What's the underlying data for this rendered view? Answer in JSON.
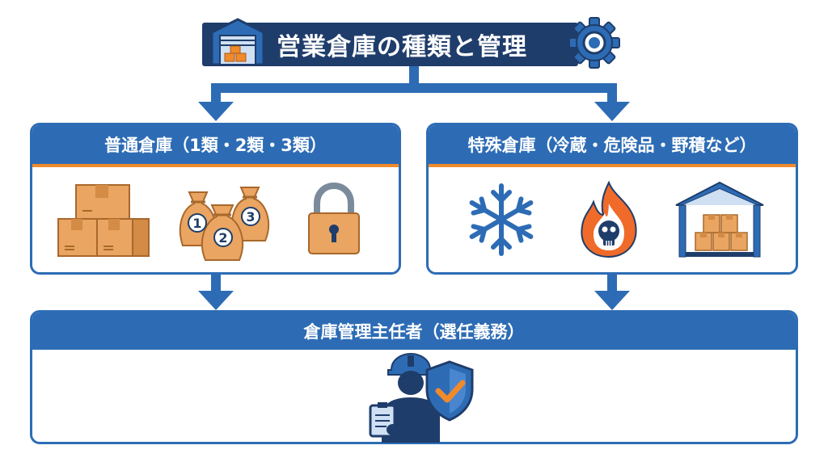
{
  "title": "営業倉庫の種類と管理",
  "left_panel": {
    "header": "普通倉庫（1類・2類・3類）",
    "icons": [
      "boxes-icon",
      "numbered-sacks-icon",
      "padlock-icon"
    ],
    "sack_numbers": [
      "1",
      "2",
      "3"
    ]
  },
  "right_panel": {
    "header": "特殊倉庫（冷蔵・危険品・野積など）",
    "icons": [
      "snowflake-icon",
      "flame-skull-icon",
      "warehouse-icon"
    ]
  },
  "bottom_panel": {
    "header": "倉庫管理主任者（選任義務）",
    "icons": [
      "worker-icon",
      "shield-check-icon"
    ]
  },
  "colors": {
    "navy": "#1f3d6b",
    "blue": "#2d6cb5",
    "orange": "#f08a2b",
    "box": "#e9a561",
    "box_dark": "#c8813f"
  }
}
